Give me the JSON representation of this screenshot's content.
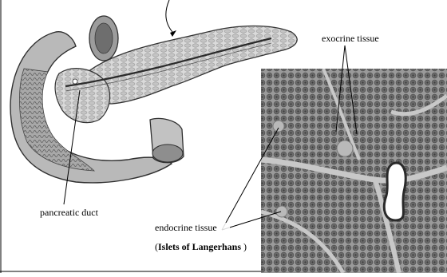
{
  "labels": {
    "exocrine": "exocrine tissue",
    "pancreatic_duct": "pancreatic duct",
    "endocrine": "endocrine tissue",
    "islets_open": "(",
    "islets": "Islets of Langerhans",
    "islets_close": ")"
  },
  "colors": {
    "ink": "#000000",
    "micrograph_bg": "#8e8e8e",
    "pancreas_fill": "#d2d2d2",
    "duodenum_fill": "#b4b4b4"
  }
}
